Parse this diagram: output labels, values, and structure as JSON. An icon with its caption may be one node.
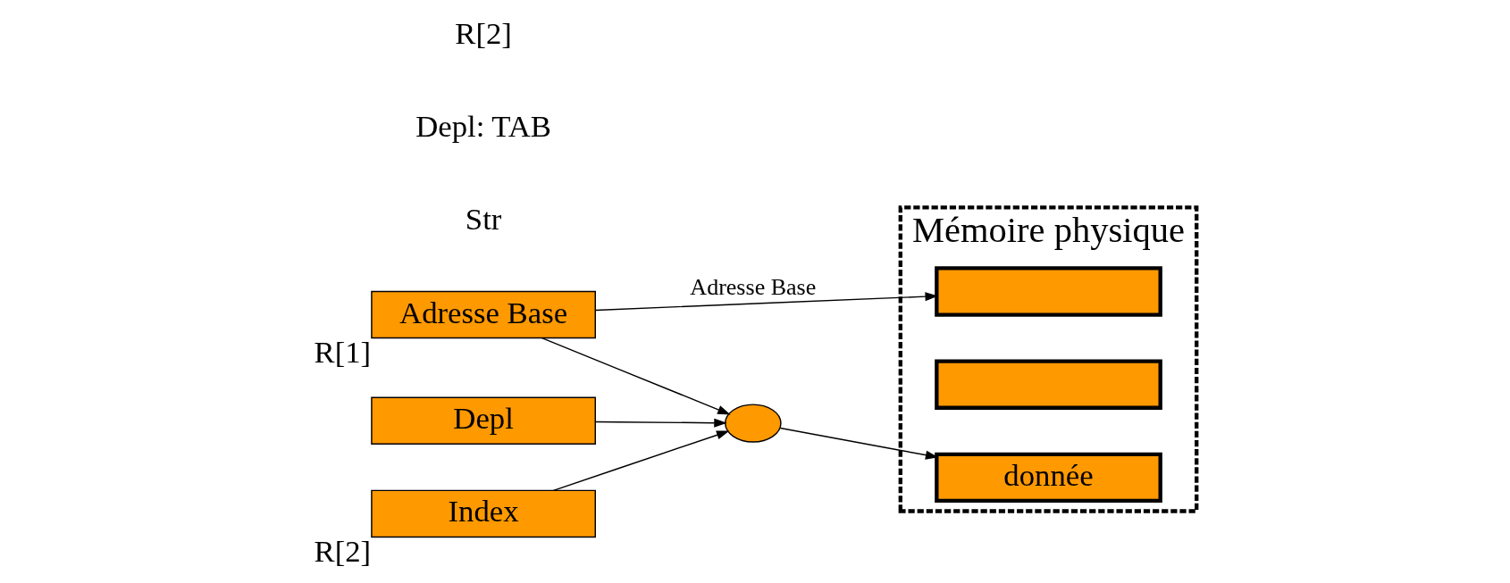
{
  "diagram": {
    "nodes": [
      {
        "text": [
          "Adresse Base"
        ],
        "beside": [
          "R[1]"
        ]
      },
      {
        "text": [
          "Depl"
        ]
      },
      {
        "text": [
          "Index"
        ],
        "beside": [
          "R[2]"
        ]
      },
      {
        "text": [],
        "shape": "circle"
      },
      {
        "text": [
          "Mémoire physique"
        ]
      },
      {
        "text": [],
        "shape": "box",
        "in": 4
      },
      {
        "text": [],
        "shape": "box",
        "in": 4
      },
      {
        "text": [
          "donnée"
        ],
        "in": 4
      }
    ],
    "edges": [
      {
        "from": 0,
        "to": 3,
        "arrow": "to"
      },
      {
        "from": 1,
        "to": 3,
        "arrow": "to"
      },
      {
        "from": 2,
        "to": 3,
        "arrow": "to"
      },
      {
        "from": 0,
        "to": 5,
        "arrow": "to",
        "label": "Adresse Base"
      },
      {
        "from": 3,
        "to": 7,
        "arrow": "to"
      }
    ],
    "labels": [
      "Str",
      "Depl: TAB",
      "R[2]"
    ]
  }
}
